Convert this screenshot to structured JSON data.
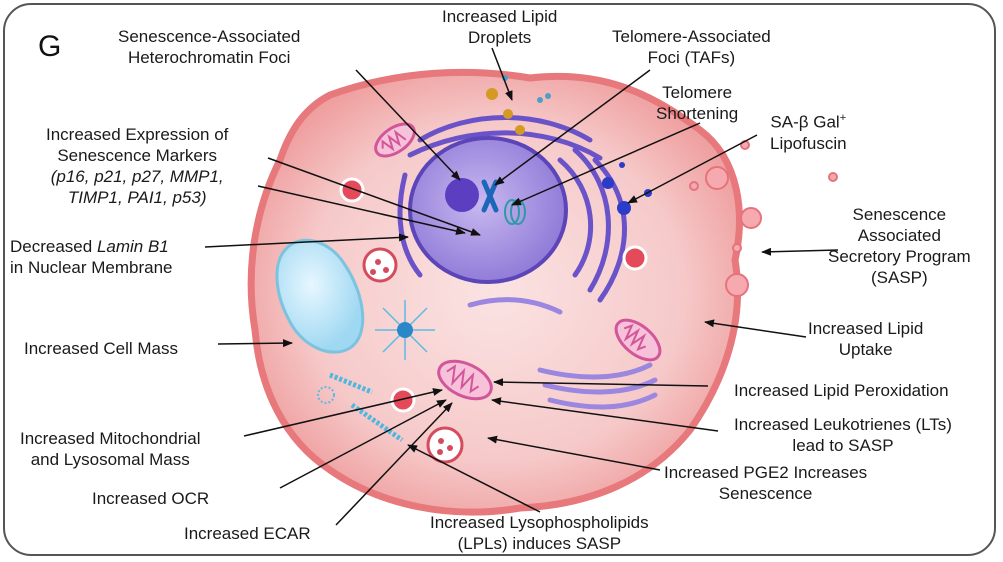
{
  "panel_letter": "G",
  "labels": {
    "sahf": [
      "Senescence-Associated",
      "Heterochromatin Foci"
    ],
    "lipid_droplets": [
      "Increased Lipid",
      "Droplets"
    ],
    "tafs": [
      "Telomere-Associated",
      "Foci (TAFs)"
    ],
    "telomere_shortening": [
      "Telomere",
      "Shortening"
    ],
    "sa_beta_gal": [
      "SA-β Gal",
      "+",
      "Lipofuscin"
    ],
    "markers": [
      "Increased Expression of",
      "Senescence Markers",
      "(p16, p21, p27, MMP1,",
      "TIMP1, PAI1, p53)"
    ],
    "lamin": [
      "Decreased ",
      "Lamin B1",
      "in Nuclear Membrane"
    ],
    "sasp": [
      "Senescence",
      "Associated",
      "Secretory Program",
      "(SASP)"
    ],
    "cell_mass": "Increased Cell Mass",
    "lipid_uptake": [
      "Increased Lipid",
      "Uptake"
    ],
    "lipid_peroxidation": "Increased Lipid Peroxidation",
    "mito_lyso": [
      "Increased Mitochondrial",
      "and Lysosomal Mass"
    ],
    "leukotrienes": [
      "Increased Leukotrienes (LTs)",
      "lead to SASP"
    ],
    "ocr": "Increased OCR",
    "pge2": [
      "Increased PGE2 Increases",
      "Senescence"
    ],
    "ecar": "Increased ECAR",
    "lpls": [
      "Increased Lysophospholipids",
      "(LPLs)  induces SASP"
    ]
  }
}
